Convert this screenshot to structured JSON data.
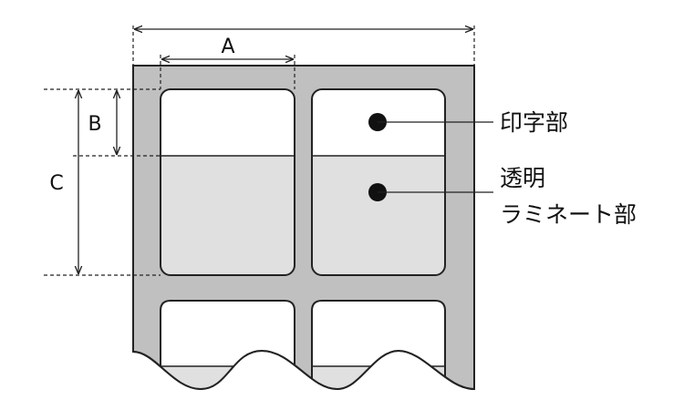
{
  "dimensions": {
    "a": "A",
    "b": "B",
    "c": "C"
  },
  "callouts": {
    "print_area": "印字部",
    "laminate_line1": "透明",
    "laminate_line2": "ラミネート部"
  },
  "colors": {
    "liner": "#c0c0c0",
    "label_print": "#ffffff",
    "label_laminate": "#e0e0e0",
    "stroke": "#222222"
  }
}
